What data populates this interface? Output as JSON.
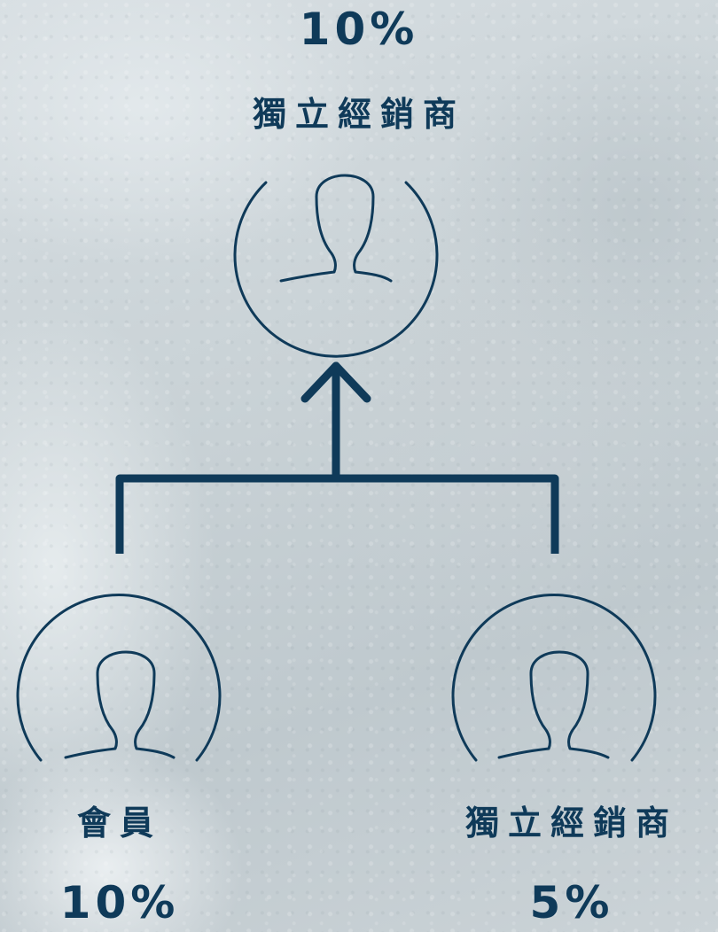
{
  "top": {
    "percent": "10%",
    "role": "獨立經銷商"
  },
  "bottom_left": {
    "role": "會員",
    "percent": "10%"
  },
  "bottom_right": {
    "role": "獨立經銷商",
    "percent": "5%"
  },
  "colors": {
    "primary": "#0f3a59"
  },
  "icons": [
    "person-icon",
    "up-arrow-icon"
  ]
}
